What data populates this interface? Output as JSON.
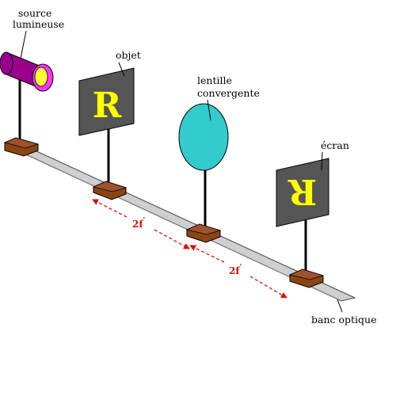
{
  "labels": {
    "source_line1": "source",
    "source_line2": "lumineuse",
    "objet": "objet",
    "lentille_line1": "lentille",
    "lentille_line2": "convergente",
    "ecran": "écran",
    "banc": "banc optique"
  },
  "distances": {
    "first": "2f",
    "first_prime": "'",
    "second": "2f",
    "second_prime": "'"
  },
  "letters": {
    "object_letter": "R",
    "image_letter": "R"
  },
  "colors": {
    "source_body": "#99008c",
    "source_ring": "#ff33ff",
    "source_lamp": "#ffff33",
    "panel": "#555555",
    "letter": "#ffff00",
    "lens": "#33cccc",
    "base": "#8b4513",
    "rail": "#cfcfcf",
    "arrow": "#dd1100"
  }
}
